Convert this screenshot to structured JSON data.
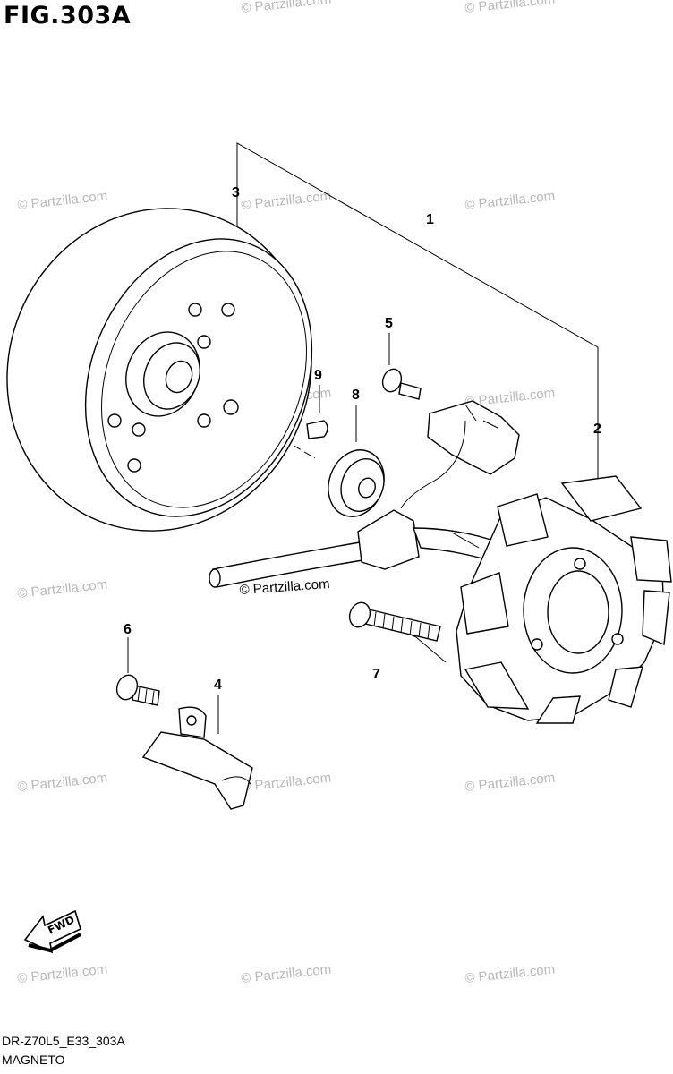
{
  "figure_title": "FIG.303A",
  "diagram_code": "DR-Z70L5_E33_303A",
  "caption": "MAGNETO",
  "direction_arrow_label": "FWD",
  "watermark_text": "© Partzilla.com",
  "callouts": [
    "1",
    "2",
    "3",
    "4",
    "5",
    "6",
    "7",
    "8",
    "9"
  ]
}
